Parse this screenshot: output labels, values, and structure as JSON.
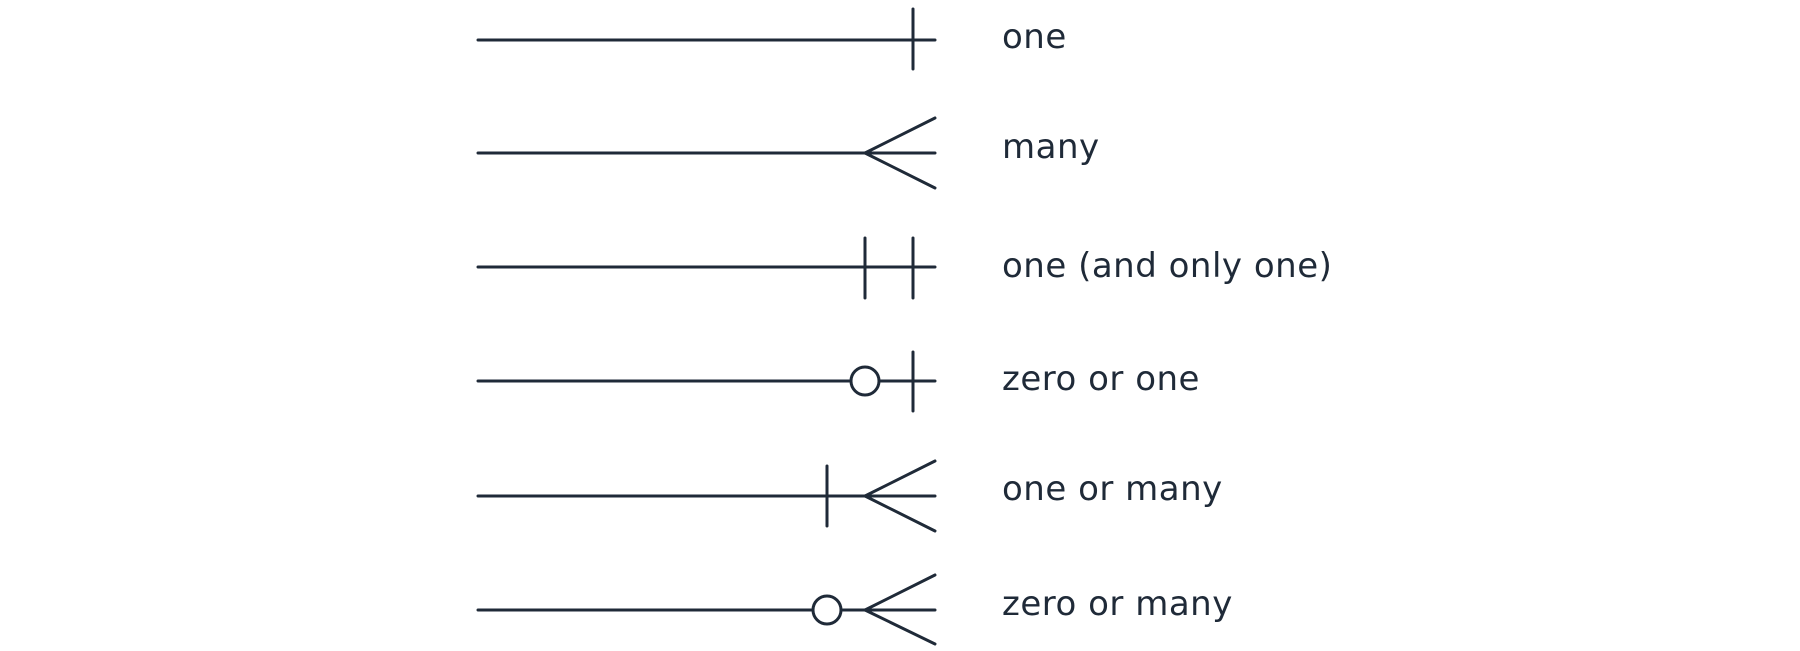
{
  "colors": {
    "stroke": "#1f2a38",
    "text": "#1f2a38"
  },
  "legend": {
    "rows": [
      {
        "label": "one",
        "symbol": "one-icon"
      },
      {
        "label": "many",
        "symbol": "many-icon"
      },
      {
        "label": "one (and only one)",
        "symbol": "one-and-only-one-icon"
      },
      {
        "label": "zero or one",
        "symbol": "zero-or-one-icon"
      },
      {
        "label": "one or many",
        "symbol": "one-or-many-icon"
      },
      {
        "label": "zero or many",
        "symbol": "zero-or-many-icon"
      }
    ]
  }
}
